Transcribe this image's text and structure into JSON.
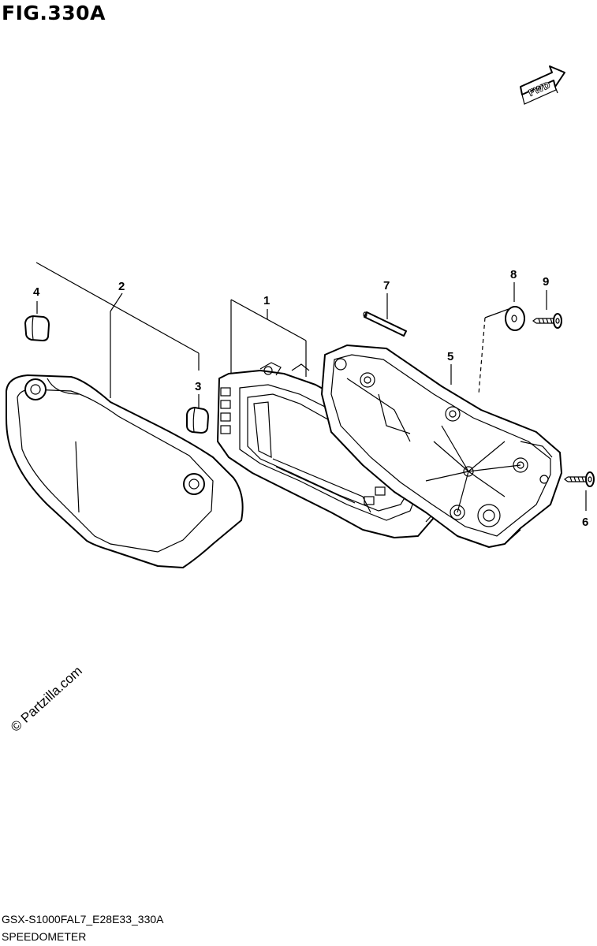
{
  "figure": {
    "title": "FIG.330A",
    "fwd_label": "FWD"
  },
  "callouts": [
    "1",
    "2",
    "3",
    "4",
    "5",
    "6",
    "7",
    "8",
    "9"
  ],
  "watermark": "© Partzilla.com",
  "footer": {
    "model_code": "GSX-S1000FAL7_E28E33_330A",
    "section_name": "SPEEDOMETER"
  }
}
